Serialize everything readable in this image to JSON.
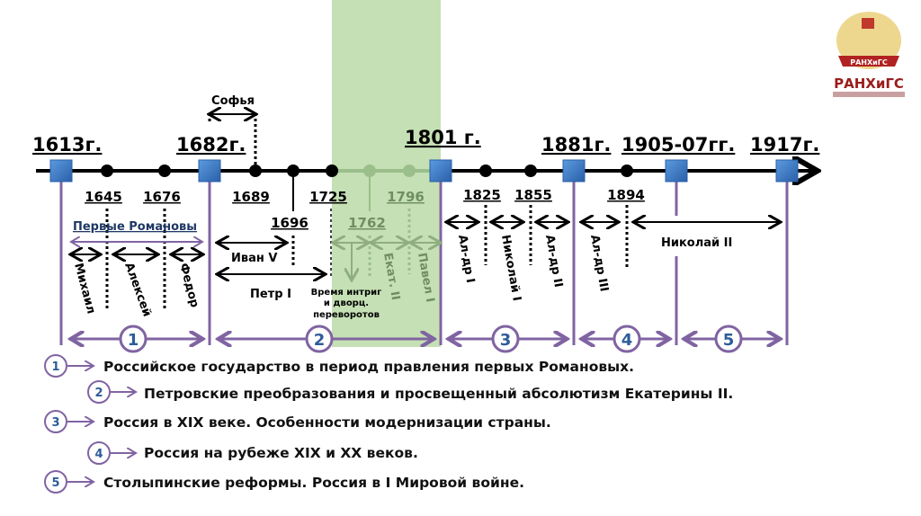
{
  "logo": {
    "text": "РАНХиГС",
    "ribbon": "РАНХиГС"
  },
  "timeline": {
    "major_years": [
      "1613г.",
      "1682г.",
      "1801 г.",
      "1881г.",
      "1905-07гг.",
      "1917г."
    ],
    "minor_years": [
      "1645",
      "1676",
      "1689",
      "1725",
      "1796",
      "1825",
      "1855",
      "1894",
      "1696",
      "1762"
    ],
    "rulers": {
      "sofia": "Софья",
      "first_romanovs": "Первые Романовы",
      "mikhail": "Михаил",
      "aleksei": "Алексей",
      "fedor": "Федор",
      "ivan5": "Иван V",
      "peter1": "Петр I",
      "intrigues": [
        "Время интриг",
        "и дворц.",
        "переворотов"
      ],
      "ekat2": "Екат. II",
      "pavel1": "Павел I",
      "alex1": "Ал-др I",
      "nikolai1": "Николай I",
      "alex2": "Ал-др II",
      "alex3": "Ал-др III",
      "nikolai2": "Николай II"
    },
    "periods": [
      "1",
      "2",
      "3",
      "4",
      "5"
    ]
  },
  "legend": [
    {
      "num": "1",
      "text": "Российское государство в период правления первых Романовых."
    },
    {
      "num": "2",
      "text": "Петровские преобразования и просвещенный абсолютизм Екатерины II."
    },
    {
      "num": "3",
      "text": "Россия в XIX веке. Особенности модернизации страны."
    },
    {
      "num": "4",
      "text": "Россия на рубеже XIX и XX веков."
    },
    {
      "num": "5",
      "text": "Столыпинские реформы. Россия в I Мировой войне."
    }
  ],
  "colors": {
    "purple": "#8064a2",
    "blue": "#3a74c4",
    "highlight": "#c5e0b4"
  }
}
